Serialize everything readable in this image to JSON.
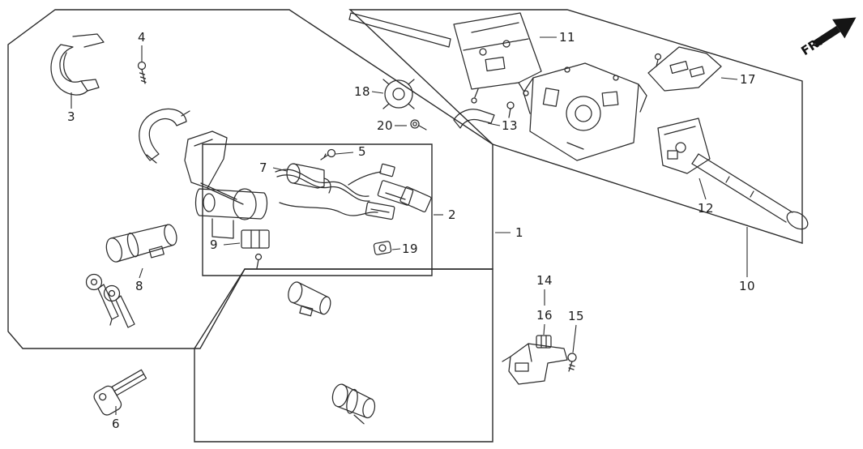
{
  "diagram": {
    "direction_label": "FR.",
    "labels": [
      "1",
      "2",
      "3",
      "4",
      "5",
      "6",
      "7",
      "8",
      "9",
      "10",
      "11",
      "12",
      "13",
      "14",
      "15",
      "16",
      "17",
      "18",
      "19",
      "20"
    ]
  }
}
